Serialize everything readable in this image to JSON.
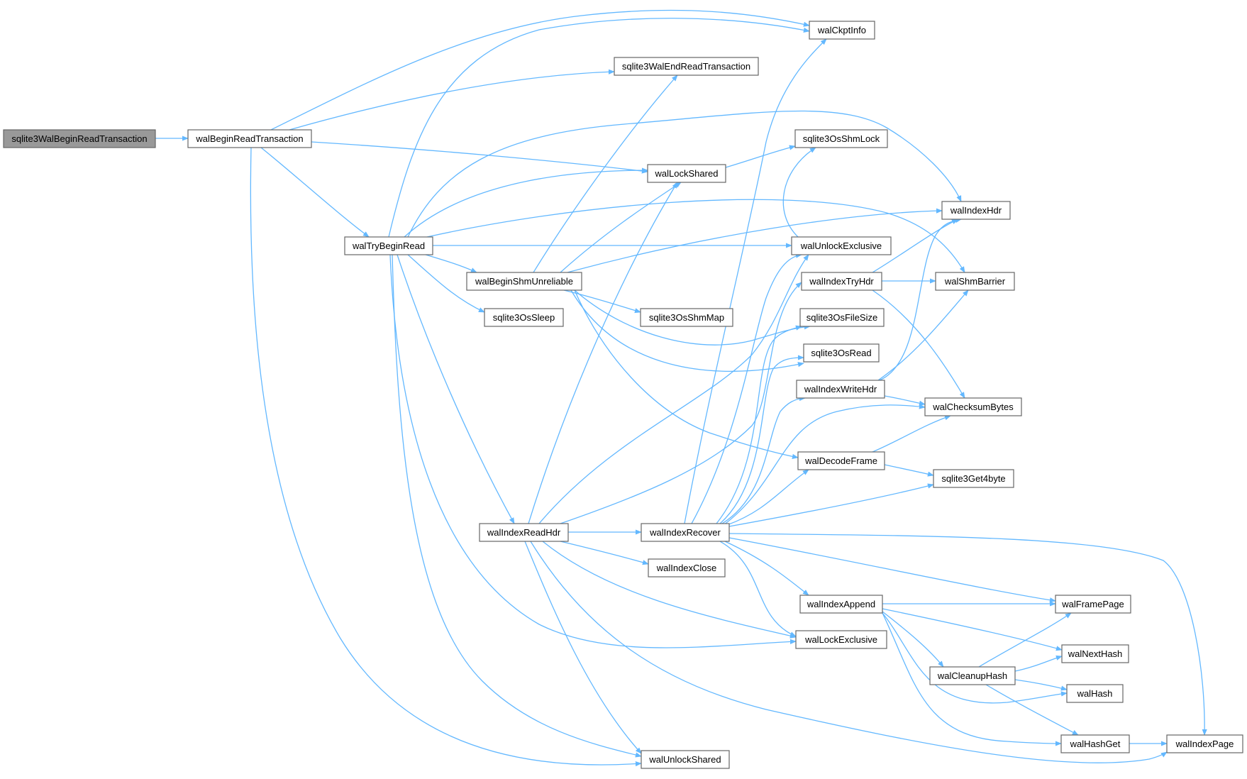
{
  "colors": {
    "edge": "#63b8ff",
    "node_border": "#666666",
    "node_fill": "#ffffff",
    "root_fill": "#999999",
    "text": "#000000"
  },
  "nodes": [
    {
      "id": "sqlite3WalBeginReadTransaction",
      "label": "sqlite3WalBeginReadTransaction",
      "root": true
    },
    {
      "id": "walBeginReadTransaction",
      "label": "walBeginReadTransaction"
    },
    {
      "id": "walCkptInfo",
      "label": "walCkptInfo"
    },
    {
      "id": "sqlite3WalEndReadTransaction",
      "label": "sqlite3WalEndReadTransaction"
    },
    {
      "id": "walLockShared",
      "label": "walLockShared"
    },
    {
      "id": "walTryBeginRead",
      "label": "walTryBeginRead"
    },
    {
      "id": "sqlite3OsShmLock",
      "label": "sqlite3OsShmLock"
    },
    {
      "id": "walIndexHdr",
      "label": "walIndexHdr"
    },
    {
      "id": "walUnlockExclusive",
      "label": "walUnlockExclusive"
    },
    {
      "id": "walBeginShmUnreliable",
      "label": "walBeginShmUnreliable"
    },
    {
      "id": "walIndexTryHdr",
      "label": "walIndexTryHdr"
    },
    {
      "id": "walShmBarrier",
      "label": "walShmBarrier"
    },
    {
      "id": "sqlite3OsSleep",
      "label": "sqlite3OsSleep"
    },
    {
      "id": "sqlite3OsShmMap",
      "label": "sqlite3OsShmMap"
    },
    {
      "id": "sqlite3OsFileSize",
      "label": "sqlite3OsFileSize"
    },
    {
      "id": "sqlite3OsRead",
      "label": "sqlite3OsRead"
    },
    {
      "id": "walIndexWriteHdr",
      "label": "walIndexWriteHdr"
    },
    {
      "id": "walChecksumBytes",
      "label": "walChecksumBytes"
    },
    {
      "id": "walDecodeFrame",
      "label": "walDecodeFrame"
    },
    {
      "id": "sqlite3Get4byte",
      "label": "sqlite3Get4byte"
    },
    {
      "id": "walIndexReadHdr",
      "label": "walIndexReadHdr"
    },
    {
      "id": "walIndexRecover",
      "label": "walIndexRecover"
    },
    {
      "id": "walIndexClose",
      "label": "walIndexClose"
    },
    {
      "id": "walIndexAppend",
      "label": "walIndexAppend"
    },
    {
      "id": "walFramePage",
      "label": "walFramePage"
    },
    {
      "id": "walLockExclusive",
      "label": "walLockExclusive"
    },
    {
      "id": "walNextHash",
      "label": "walNextHash"
    },
    {
      "id": "walCleanupHash",
      "label": "walCleanupHash"
    },
    {
      "id": "walHash",
      "label": "walHash"
    },
    {
      "id": "walHashGet",
      "label": "walHashGet"
    },
    {
      "id": "walIndexPage",
      "label": "walIndexPage"
    },
    {
      "id": "walUnlockShared",
      "label": "walUnlockShared"
    }
  ],
  "edges": [
    {
      "from": "sqlite3WalBeginReadTransaction",
      "to": "walBeginReadTransaction"
    },
    {
      "from": "walBeginReadTransaction",
      "to": "walCkptInfo"
    },
    {
      "from": "walBeginReadTransaction",
      "to": "sqlite3WalEndReadTransaction"
    },
    {
      "from": "walBeginReadTransaction",
      "to": "walLockShared"
    },
    {
      "from": "walBeginReadTransaction",
      "to": "walTryBeginRead"
    },
    {
      "from": "walBeginReadTransaction",
      "to": "walUnlockShared"
    },
    {
      "from": "walTryBeginRead",
      "to": "walCkptInfo"
    },
    {
      "from": "walTryBeginRead",
      "to": "walIndexHdr"
    },
    {
      "from": "walTryBeginRead",
      "to": "walLockShared"
    },
    {
      "from": "walTryBeginRead",
      "to": "walShmBarrier"
    },
    {
      "from": "walTryBeginRead",
      "to": "walUnlockExclusive"
    },
    {
      "from": "walTryBeginRead",
      "to": "walBeginShmUnreliable"
    },
    {
      "from": "walTryBeginRead",
      "to": "sqlite3OsSleep"
    },
    {
      "from": "walTryBeginRead",
      "to": "walIndexReadHdr"
    },
    {
      "from": "walTryBeginRead",
      "to": "walLockExclusive"
    },
    {
      "from": "walTryBeginRead",
      "to": "walUnlockShared"
    },
    {
      "from": "walLockShared",
      "to": "sqlite3OsShmLock"
    },
    {
      "from": "walUnlockExclusive",
      "to": "sqlite3OsShmLock"
    },
    {
      "from": "walBeginShmUnreliable",
      "to": "sqlite3WalEndReadTransaction"
    },
    {
      "from": "walBeginShmUnreliable",
      "to": "walLockShared"
    },
    {
      "from": "walBeginShmUnreliable",
      "to": "walIndexHdr"
    },
    {
      "from": "walBeginShmUnreliable",
      "to": "sqlite3OsShmMap"
    },
    {
      "from": "walBeginShmUnreliable",
      "to": "sqlite3OsFileSize"
    },
    {
      "from": "walBeginShmUnreliable",
      "to": "sqlite3OsRead"
    },
    {
      "from": "walBeginShmUnreliable",
      "to": "walDecodeFrame"
    },
    {
      "from": "walIndexTryHdr",
      "to": "walIndexHdr"
    },
    {
      "from": "walIndexTryHdr",
      "to": "walShmBarrier"
    },
    {
      "from": "walIndexTryHdr",
      "to": "walChecksumBytes"
    },
    {
      "from": "walIndexWriteHdr",
      "to": "walIndexHdr"
    },
    {
      "from": "walIndexWriteHdr",
      "to": "walShmBarrier"
    },
    {
      "from": "walIndexWriteHdr",
      "to": "walChecksumBytes"
    },
    {
      "from": "walDecodeFrame",
      "to": "walChecksumBytes"
    },
    {
      "from": "walDecodeFrame",
      "to": "sqlite3Get4byte"
    },
    {
      "from": "walIndexReadHdr",
      "to": "walLockShared"
    },
    {
      "from": "walIndexReadHdr",
      "to": "walUnlockExclusive"
    },
    {
      "from": "walIndexReadHdr",
      "to": "walIndexTryHdr"
    },
    {
      "from": "walIndexReadHdr",
      "to": "walIndexRecover"
    },
    {
      "from": "walIndexReadHdr",
      "to": "walIndexClose"
    },
    {
      "from": "walIndexReadHdr",
      "to": "walLockExclusive"
    },
    {
      "from": "walIndexReadHdr",
      "to": "walIndexPage"
    },
    {
      "from": "walIndexReadHdr",
      "to": "walUnlockShared"
    },
    {
      "from": "walIndexRecover",
      "to": "walCkptInfo"
    },
    {
      "from": "walIndexRecover",
      "to": "walUnlockExclusive"
    },
    {
      "from": "walIndexRecover",
      "to": "sqlite3OsFileSize"
    },
    {
      "from": "walIndexRecover",
      "to": "sqlite3OsRead"
    },
    {
      "from": "walIndexRecover",
      "to": "walIndexWriteHdr"
    },
    {
      "from": "walIndexRecover",
      "to": "walChecksumBytes"
    },
    {
      "from": "walIndexRecover",
      "to": "walDecodeFrame"
    },
    {
      "from": "walIndexRecover",
      "to": "sqlite3Get4byte"
    },
    {
      "from": "walIndexRecover",
      "to": "walIndexPage"
    },
    {
      "from": "walIndexRecover",
      "to": "walFramePage"
    },
    {
      "from": "walIndexRecover",
      "to": "walIndexAppend"
    },
    {
      "from": "walIndexRecover",
      "to": "walLockExclusive"
    },
    {
      "from": "walIndexAppend",
      "to": "walFramePage"
    },
    {
      "from": "walIndexAppend",
      "to": "walNextHash"
    },
    {
      "from": "walIndexAppend",
      "to": "walCleanupHash"
    },
    {
      "from": "walIndexAppend",
      "to": "walHash"
    },
    {
      "from": "walIndexAppend",
      "to": "walHashGet"
    },
    {
      "from": "walCleanupHash",
      "to": "walFramePage"
    },
    {
      "from": "walCleanupHash",
      "to": "walNextHash"
    },
    {
      "from": "walCleanupHash",
      "to": "walHash"
    },
    {
      "from": "walCleanupHash",
      "to": "walHashGet"
    },
    {
      "from": "walHashGet",
      "to": "walIndexPage"
    }
  ]
}
